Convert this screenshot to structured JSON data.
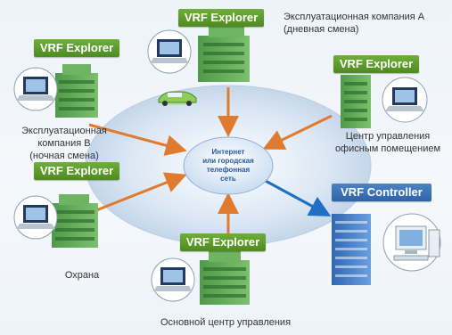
{
  "nodes": {
    "company_a": {
      "label": "VRF Explorer",
      "caption_line1": "Эксплуатационная компания А",
      "caption_line2": "(дневная смена)"
    },
    "company_b": {
      "label": "VRF Explorer",
      "caption_line1": "Эксплуатационная",
      "caption_line2": "компания В",
      "caption_line3": "(ночная смена)"
    },
    "office_center": {
      "label": "VRF Explorer",
      "caption_line1": "Центр управления",
      "caption_line2": "офисным помещением"
    },
    "security": {
      "label": "VRF Explorer",
      "caption_line1": "Охрана"
    },
    "main_center": {
      "label": "VRF Explorer",
      "caption_line1": "Основной центр управления"
    },
    "controller": {
      "label": "VRF Controller"
    }
  },
  "hub": {
    "line1": "Интернет",
    "line2": "или городская",
    "line3": "телефонная",
    "line4": "сеть"
  },
  "colors": {
    "explorer_label": "#5a9a2c",
    "controller_label": "#3a72b8",
    "arrow_orange": "#e07a2e",
    "arrow_blue": "#1f6fc2",
    "building_green": "#5fa45a"
  }
}
